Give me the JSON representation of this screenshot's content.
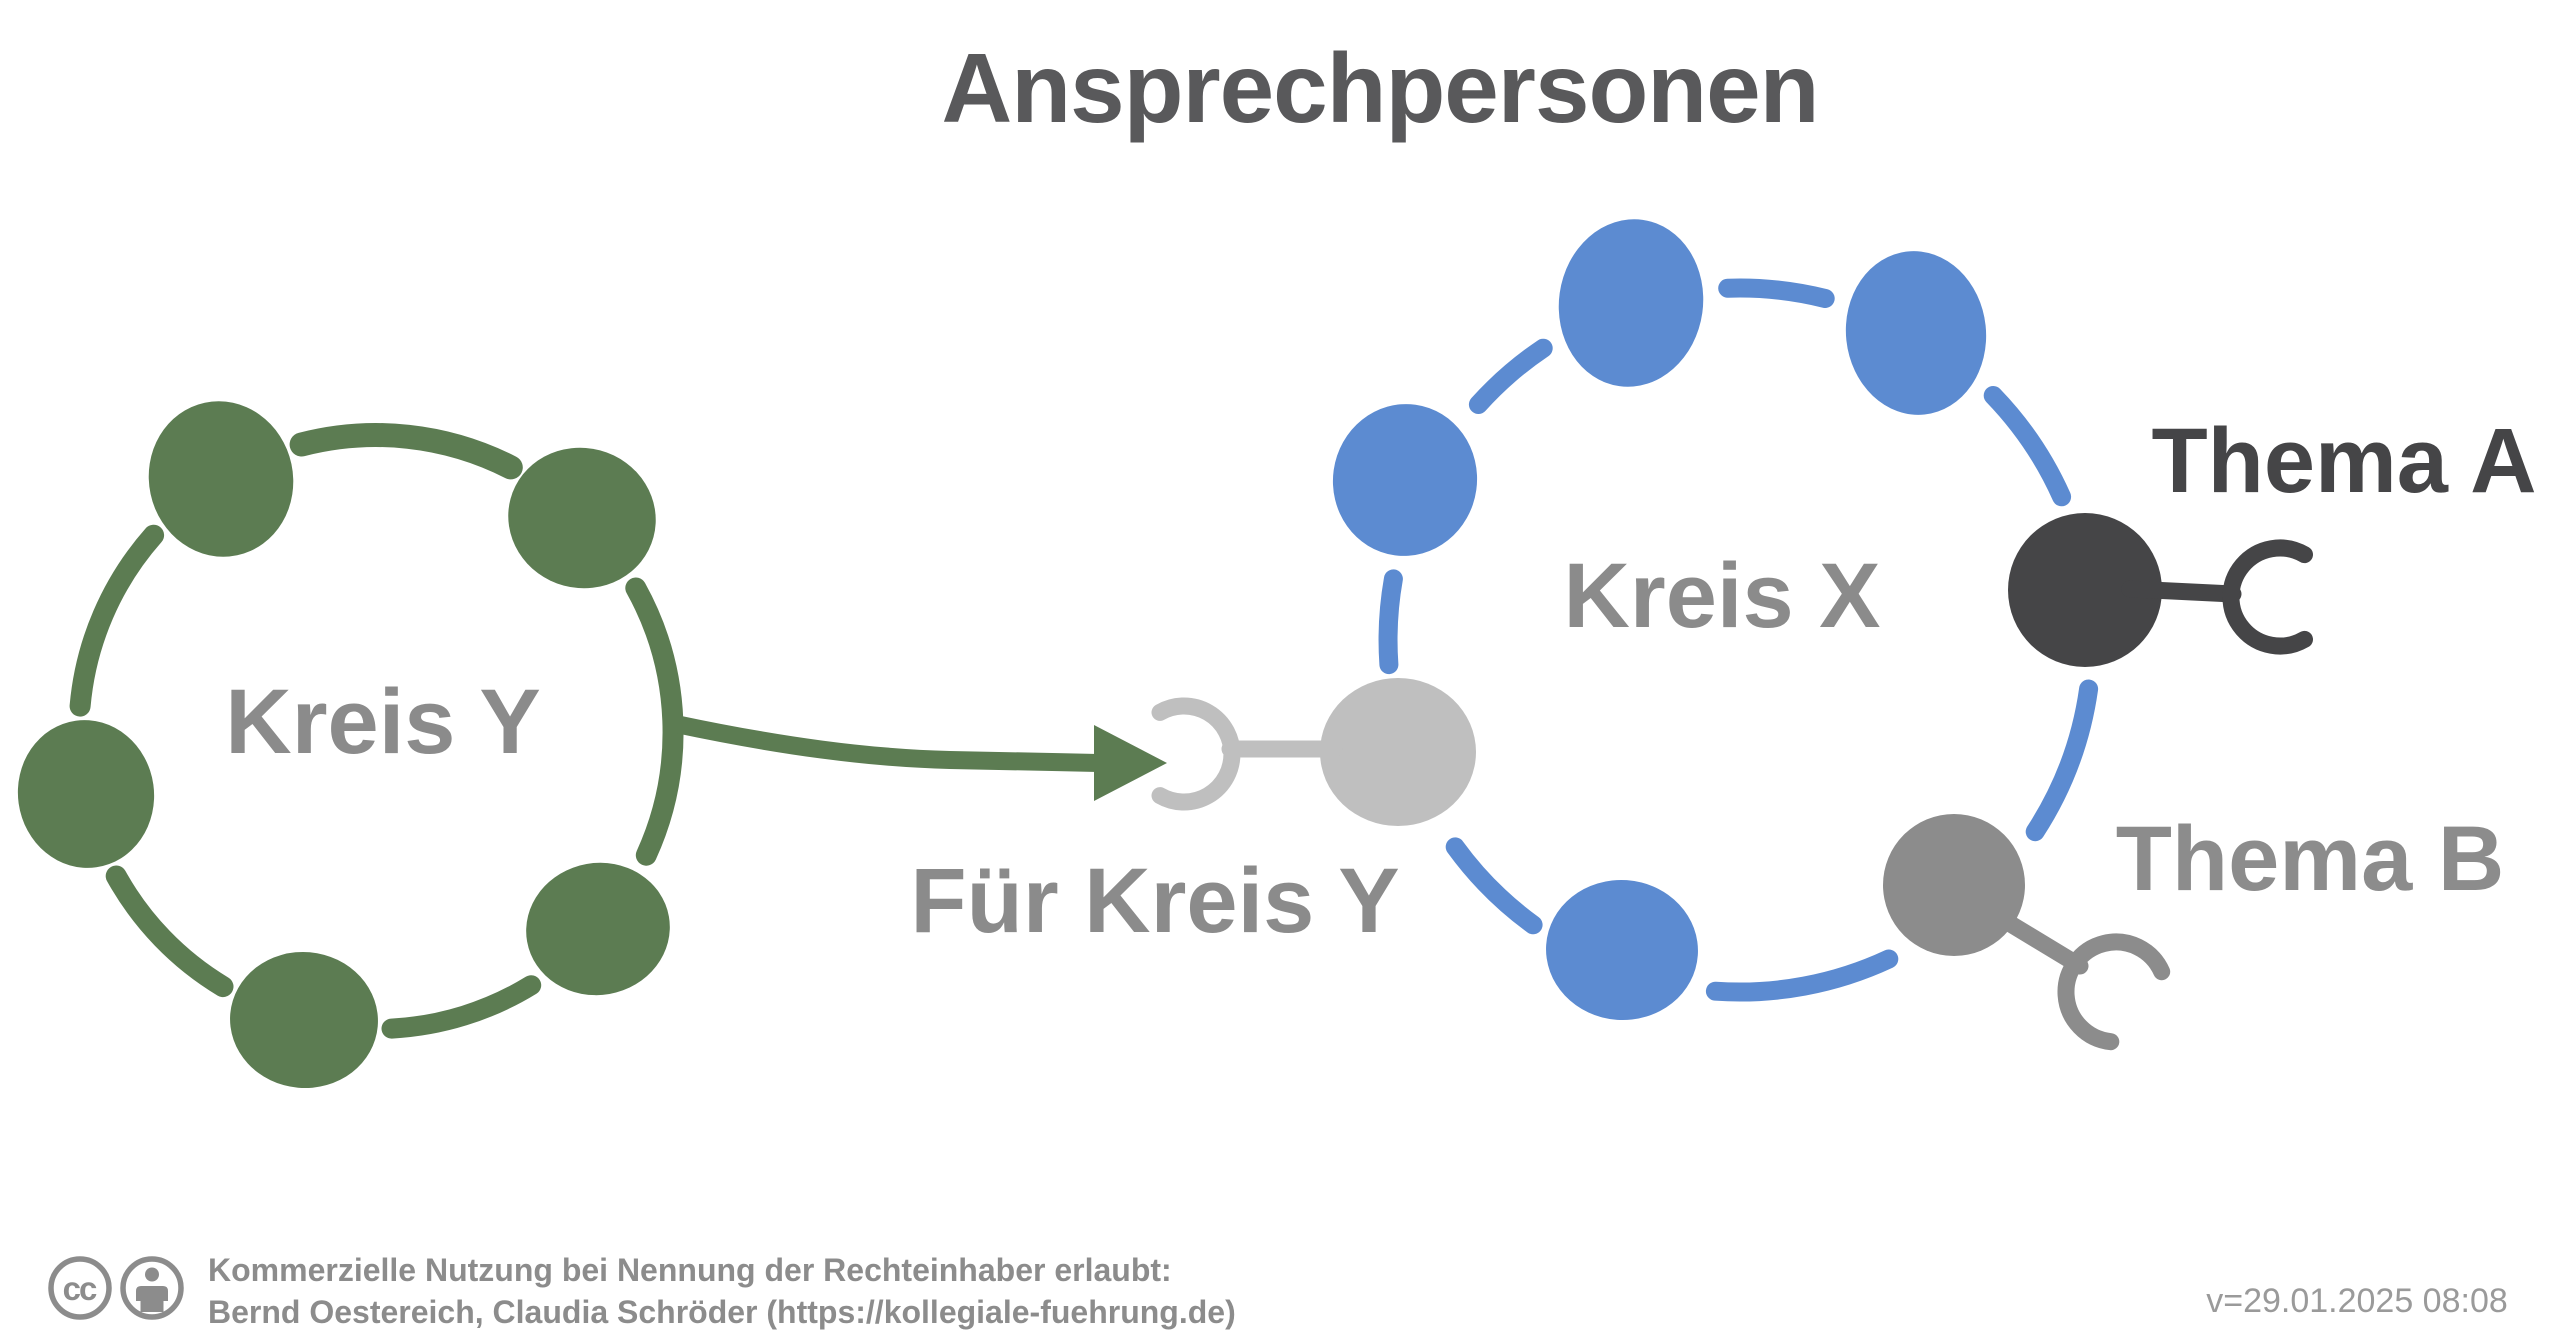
{
  "title": "Ansprechpersonen",
  "circles": {
    "kreis_y": {
      "label": "Kreis Y",
      "member_count": 5
    },
    "kreis_x": {
      "label": "Kreis X",
      "member_count": 4
    }
  },
  "roles": {
    "fuer_kreis_y": {
      "label": "Für Kreis Y"
    },
    "thema_a": {
      "label": "Thema A"
    },
    "thema_b": {
      "label": "Thema B"
    }
  },
  "footer": {
    "cc_text": "cc",
    "license_line1": "Kommerzielle Nutzung bei Nennung der Rechteinhaber erlaubt:",
    "license_line2": "Bernd Oestereich, Claudia Schröder (https://kollegiale-fuehrung.de)",
    "version": "v=29.01.2025 08:08"
  },
  "colors": {
    "green": "#5C7C52",
    "blue": "#5C8BD1",
    "dark": "#454547",
    "gray": "#8C8C8C",
    "light_gray": "#BFBFBF",
    "label": "#8B8B8B",
    "title": "#59595B",
    "timestamp": "#9A9A9A"
  }
}
